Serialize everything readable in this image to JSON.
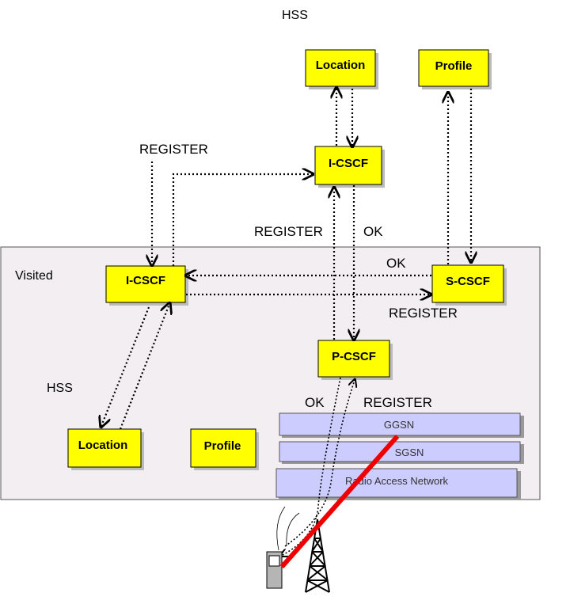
{
  "labels": {
    "hss_top": "HSS",
    "hss_bottom": "HSS",
    "visited": "Visited",
    "register_top": "REGISTER",
    "register_mid": "REGISTER",
    "ok_mid": "OK",
    "ok_scscf": "OK",
    "register_scscf": "REGISTER",
    "ok_pcscf": "OK",
    "register_pcscf": "REGISTER"
  },
  "nodes": {
    "location_home": "Location",
    "profile_home": "Profile",
    "icscf_home": "I-CSCF",
    "icscf_visited": "I-CSCF",
    "scscf": "S-CSCF",
    "pcscf": "P-CSCF",
    "location_visited": "Location",
    "profile_visited": "Profile"
  },
  "network": {
    "ggsn": "GGSN",
    "sgsn": "SGSN",
    "ran": "Radio Access Network"
  },
  "colors": {
    "node_fill": "#ffff00",
    "network_fill": "#ccccff",
    "visited_fill": "#f2eef2",
    "link_red": "#ee0000"
  }
}
